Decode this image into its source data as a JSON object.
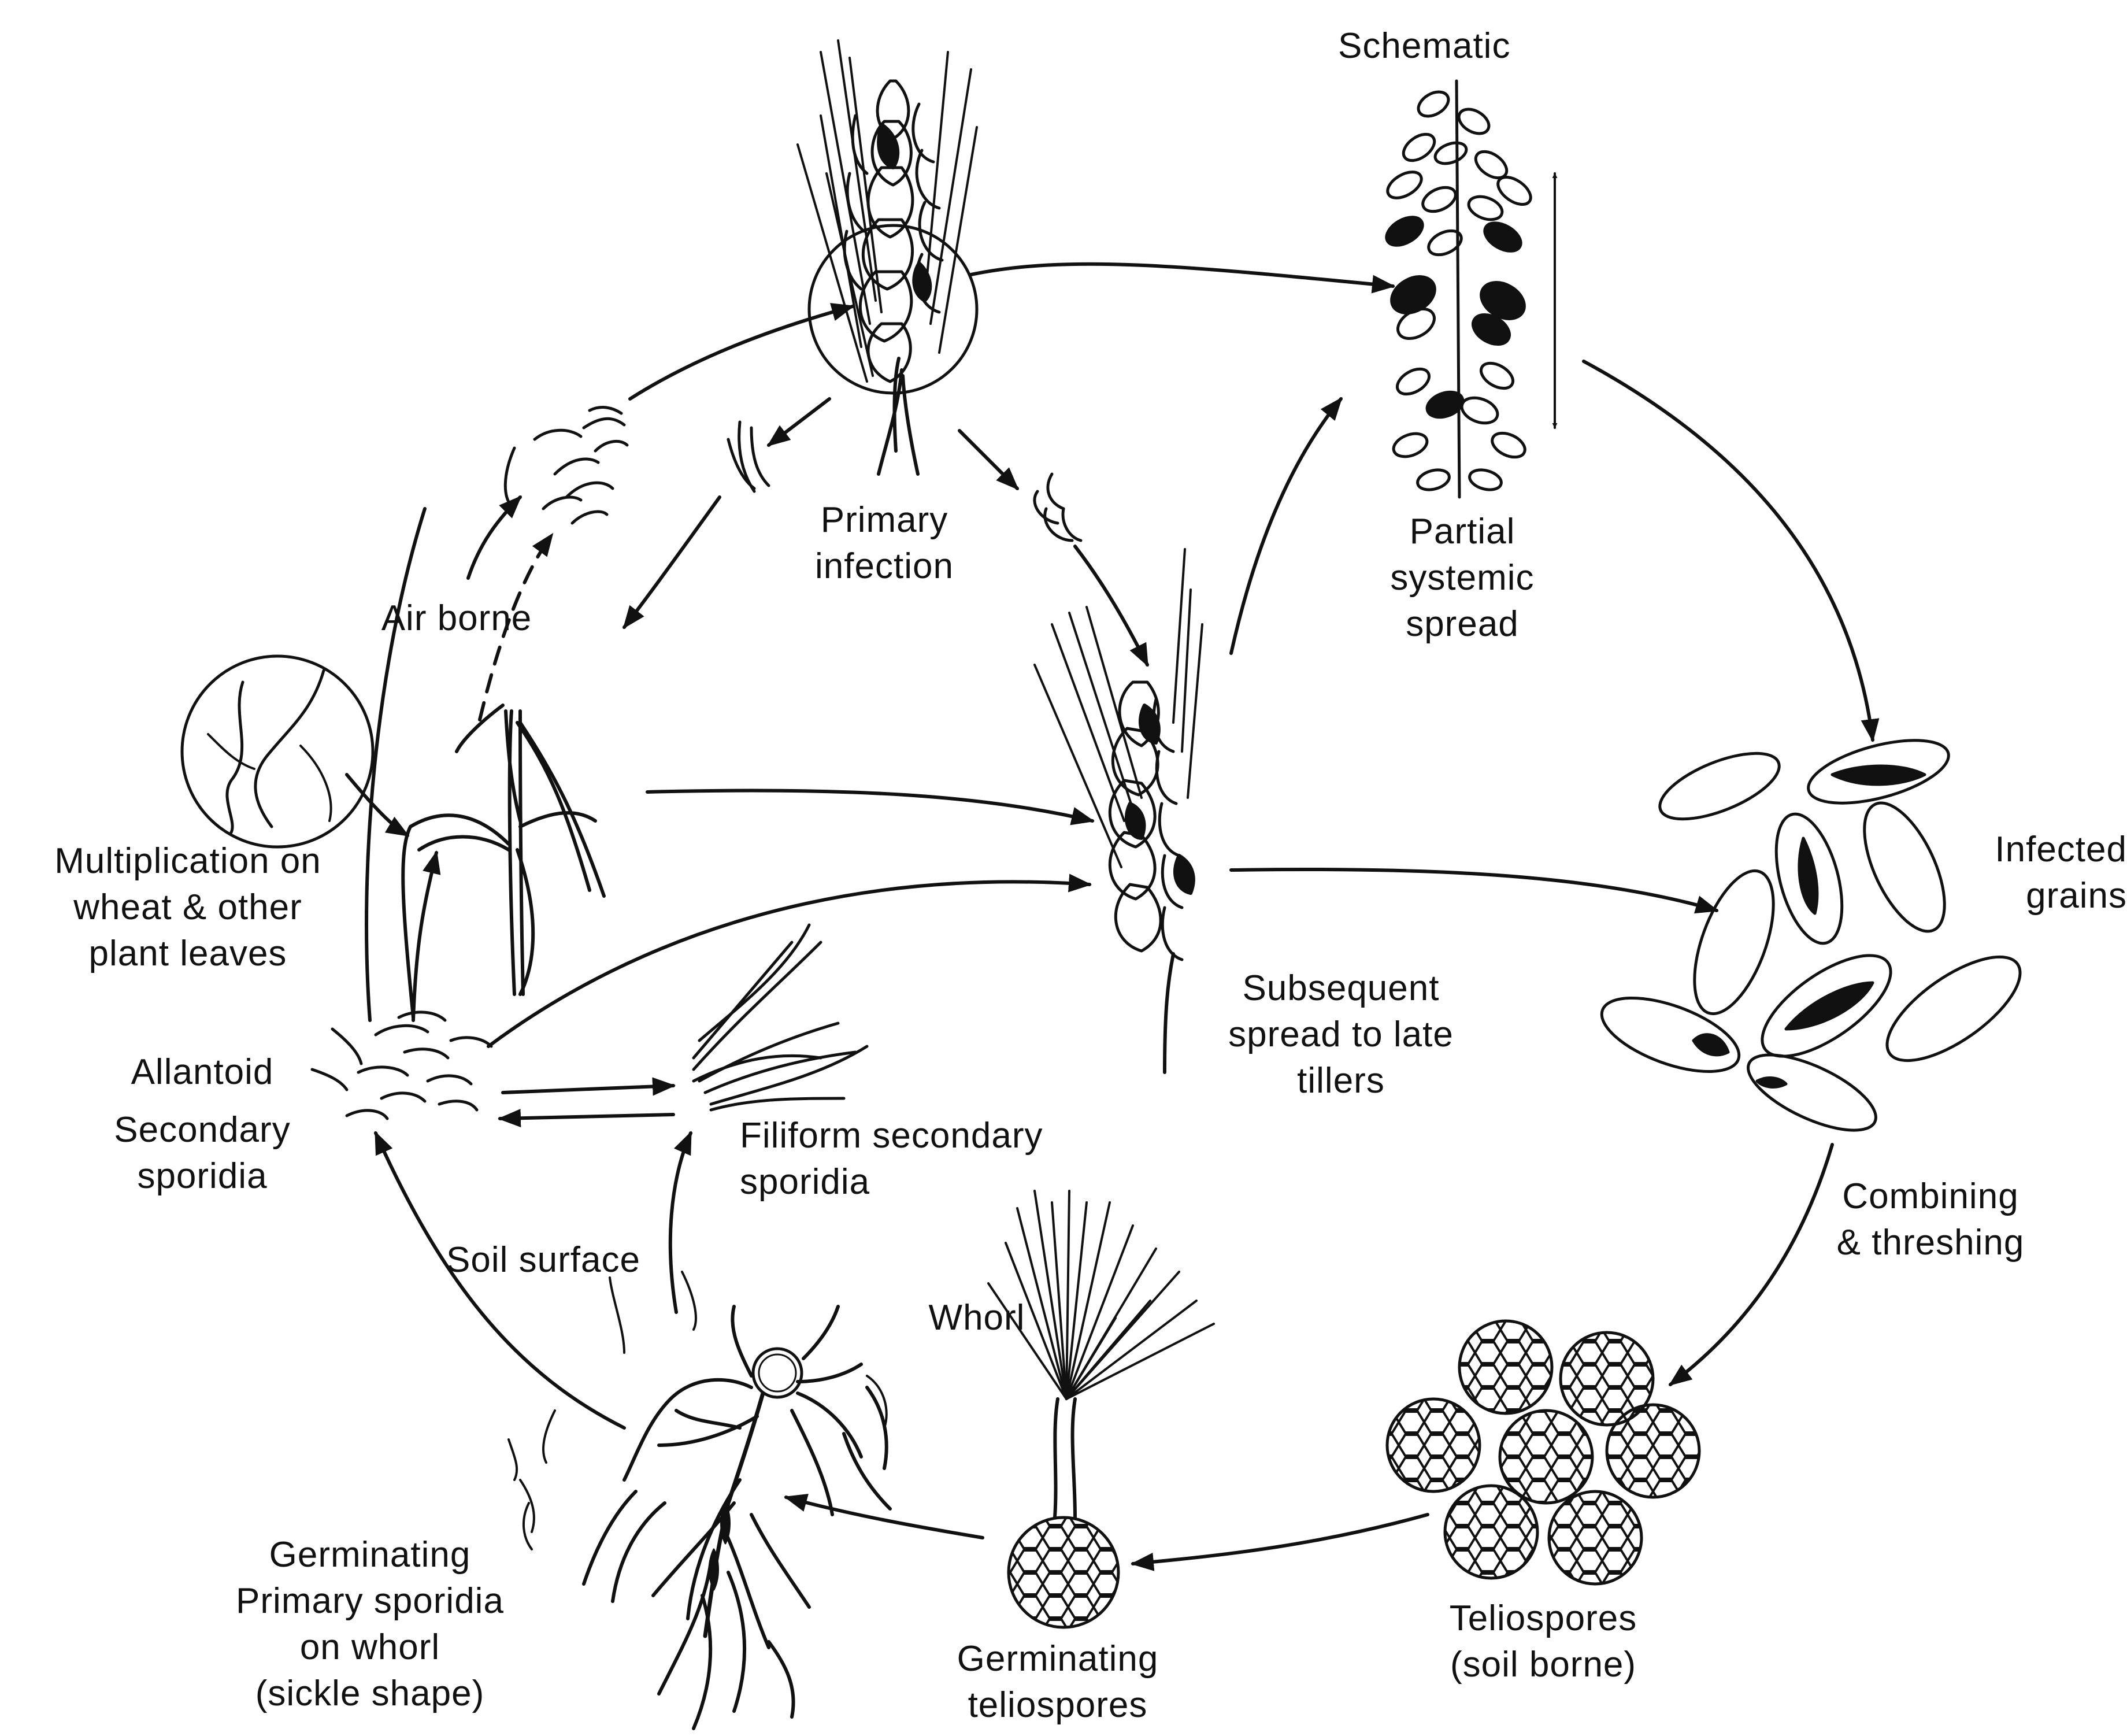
{
  "diagram": {
    "labels": {
      "schematic": "Schematic",
      "primary_infection": [
        "Primary",
        "infection"
      ],
      "partial_systemic_spread": [
        "Partial",
        "systemic",
        "spread"
      ],
      "air_borne": "Air borne",
      "multiplication": [
        "Multiplication on",
        "wheat & other",
        "plant leaves"
      ],
      "infected_grains": [
        "Infected",
        "grains"
      ],
      "subsequent_spread": [
        "Subsequent",
        "spread to late",
        "tillers"
      ],
      "allantoid": "Allantoid",
      "secondary_sporidia": [
        "Secondary",
        "sporidia"
      ],
      "filiform": [
        "Filiform secondary",
        "sporidia"
      ],
      "combining": [
        "Combining",
        "& threshing"
      ],
      "soil_surface": "Soil surface",
      "whorl": "Whorl",
      "germinating_primary": [
        "Germinating",
        "Primary sporidia",
        "on whorl",
        "(sickle shape)"
      ],
      "germinating_teliospores": [
        "Germinating",
        "teliospores"
      ],
      "teliospores": [
        "Teliospores",
        "(soil borne)"
      ]
    },
    "colors": {
      "ink": "#111111",
      "paper": "#ffffff"
    }
  }
}
